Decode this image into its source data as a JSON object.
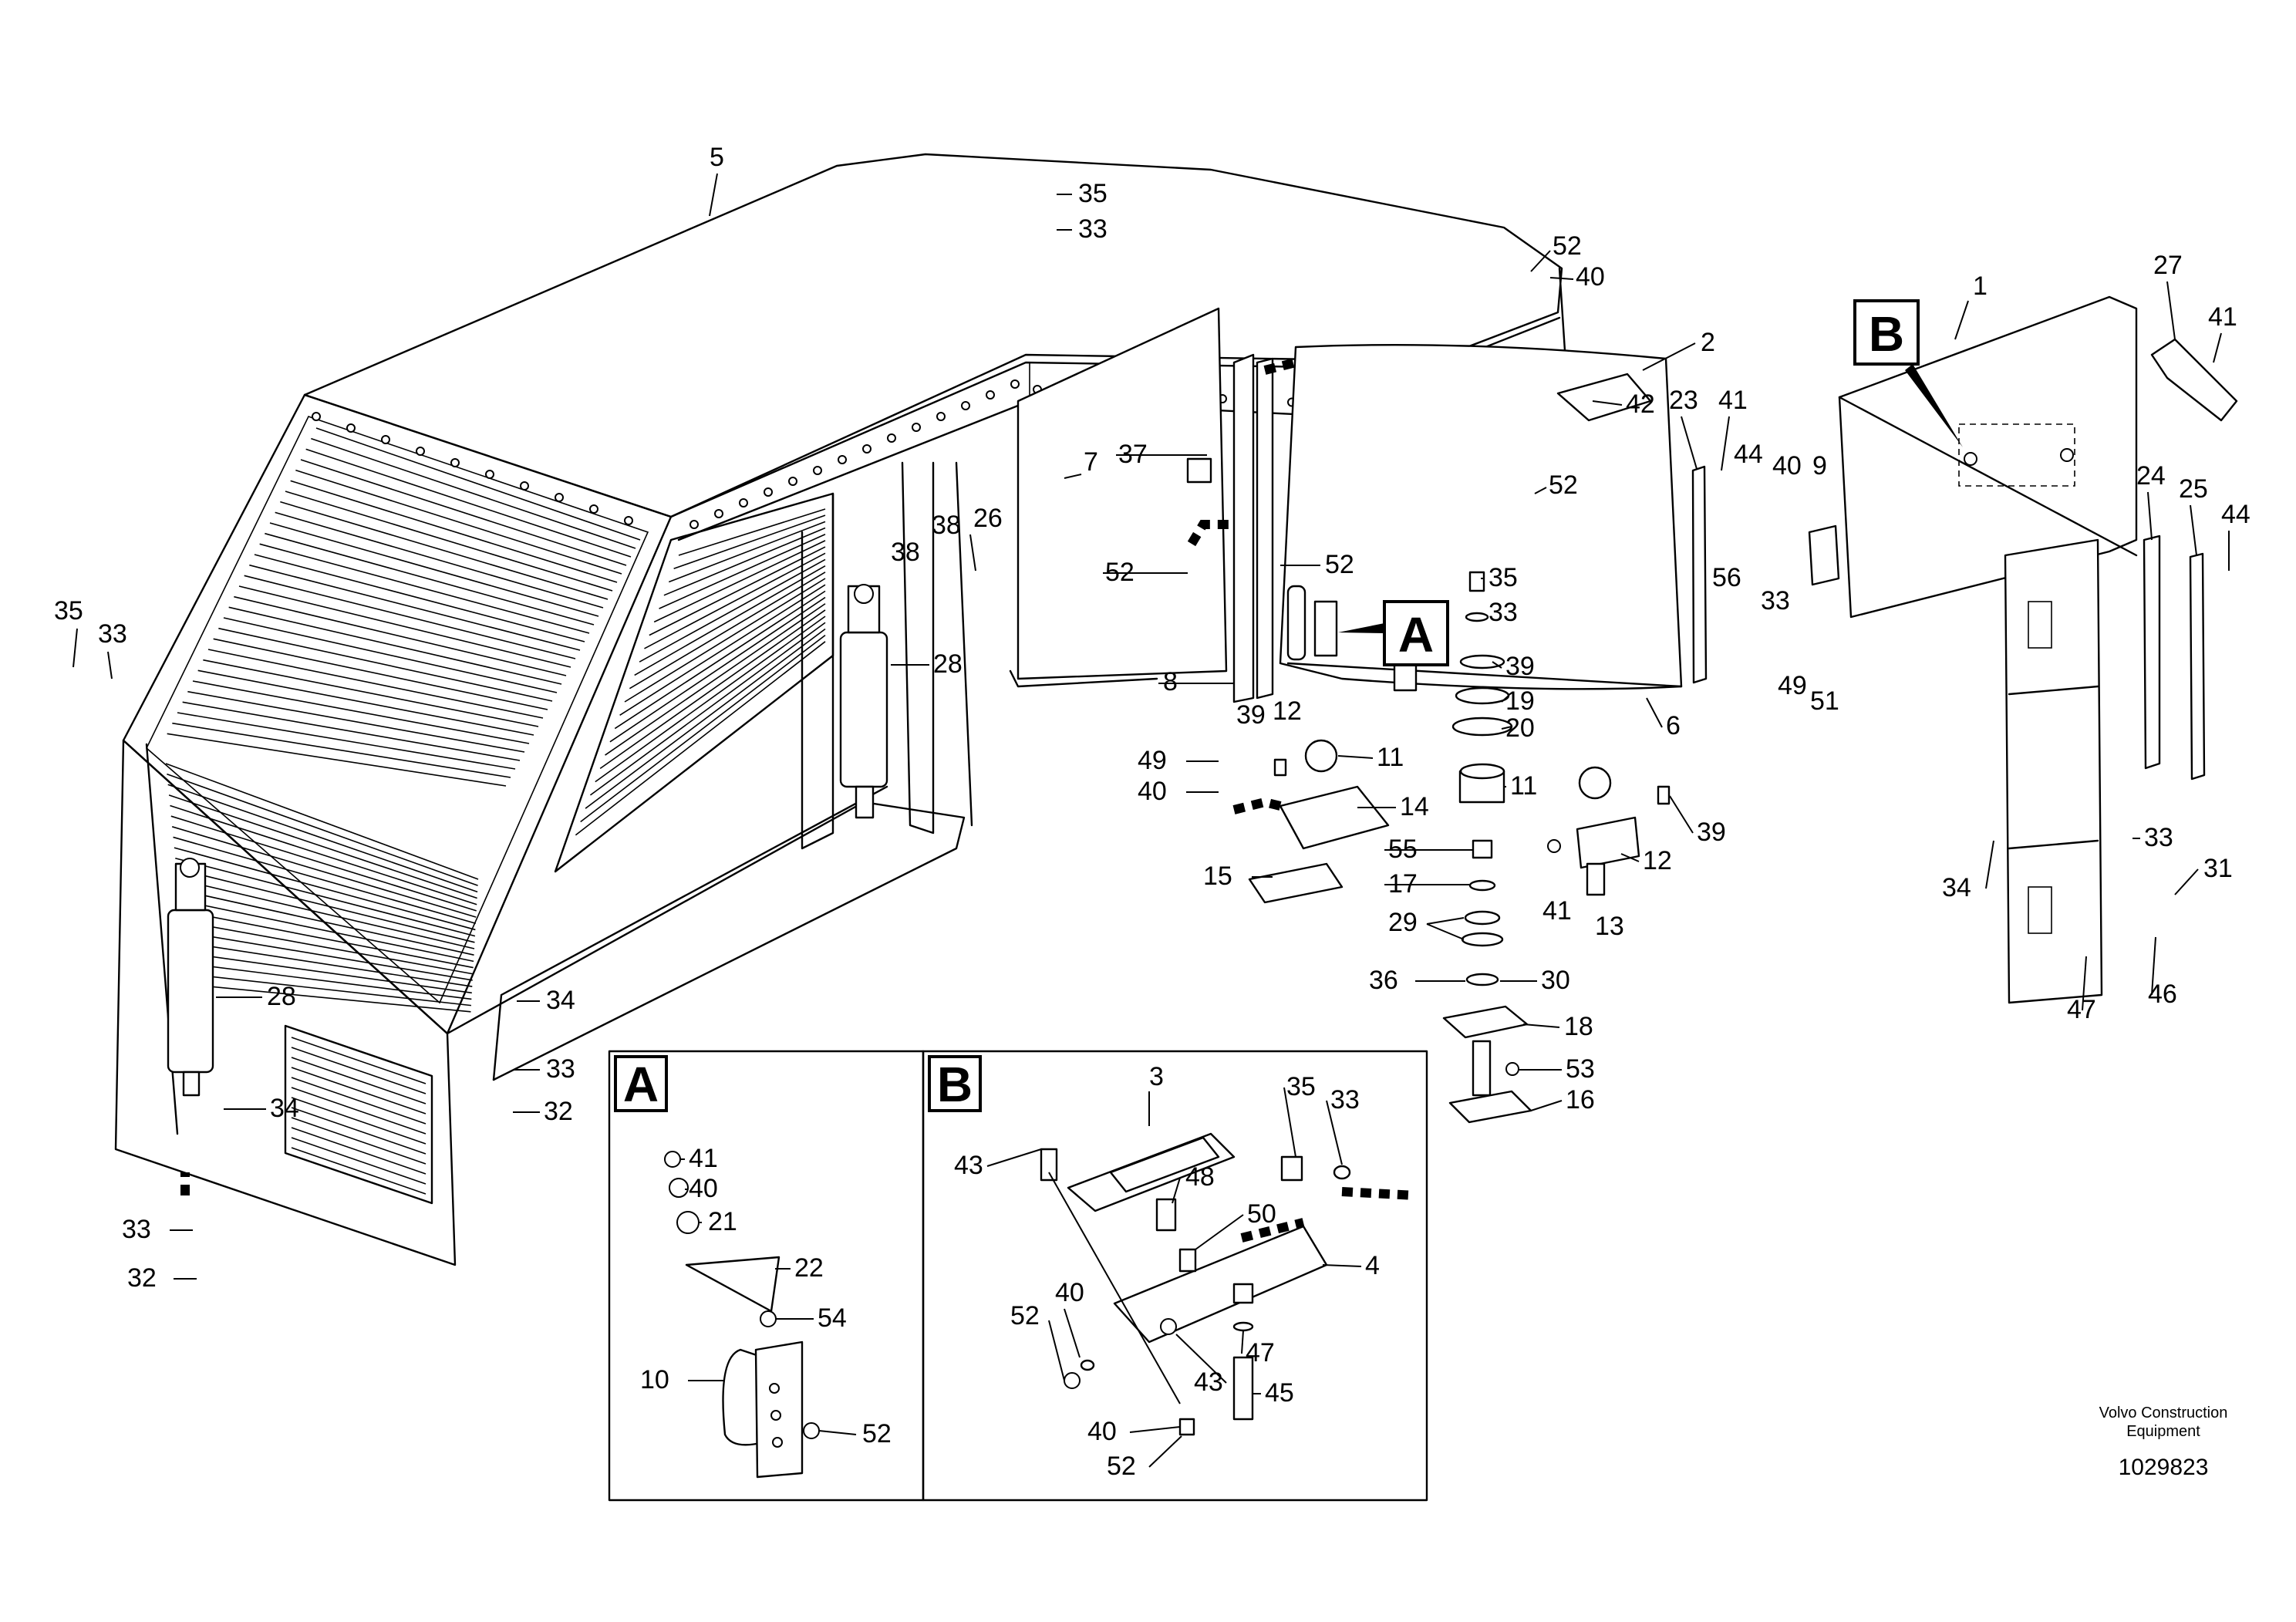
{
  "callouts": {
    "c1": "1",
    "c2": "2",
    "c3": "3",
    "c4": "4",
    "c5": "5",
    "c6": "6",
    "c7": "7",
    "c8": "8",
    "c9": "9",
    "c10": "10",
    "c11a": "11",
    "c11b": "11",
    "c12a": "12",
    "c12b": "12",
    "c13": "13",
    "c14": "14",
    "c15": "15",
    "c16": "16",
    "c17": "17",
    "c18": "18",
    "c19": "19",
    "c20": "20",
    "c21": "21",
    "c22": "22",
    "c23": "23",
    "c24": "24",
    "c25": "25",
    "c26": "26",
    "c27": "27",
    "c28a": "28",
    "c28b": "28",
    "c29": "29",
    "c30": "30",
    "c31": "31",
    "c32a": "32",
    "c32b": "32",
    "c33a": "33",
    "c33b": "33",
    "c33c": "33",
    "c33d": "33",
    "c33e": "33",
    "c33f": "33",
    "c33g": "33",
    "c33h": "33",
    "c34a": "34",
    "c34b": "34",
    "c34c": "34",
    "c35a": "35",
    "c35b": "35",
    "c35c": "35",
    "c35d": "35",
    "c36": "36",
    "c37": "37",
    "c38a": "38",
    "c38b": "38",
    "c39a": "39",
    "c39b": "39",
    "c39c": "39",
    "c40a": "40",
    "c40b": "40",
    "c40c": "40",
    "c40d": "40",
    "c40e": "40",
    "c40f": "40",
    "c41a": "41",
    "c41b": "41",
    "c41c": "41",
    "c41d": "41",
    "c42": "42",
    "c43a": "43",
    "c43b": "43",
    "c44a": "44",
    "c44b": "44",
    "c45": "45",
    "c46": "46",
    "c47a": "47",
    "c47b": "47",
    "c48": "48",
    "c49a": "49",
    "c49b": "49",
    "c50": "50",
    "c51": "51",
    "c52a": "52",
    "c52b": "52",
    "c52c": "52",
    "c52d": "52",
    "c52e": "52",
    "c52f": "52",
    "c52g": "52",
    "c53": "53",
    "c54": "54",
    "c55": "55",
    "c56": "56"
  },
  "detail_tags": {
    "a_main": "A",
    "b_main": "B",
    "a_inset": "A",
    "b_inset": "B"
  },
  "footer": {
    "credit_line1": "Volvo Construction",
    "credit_line2": "Equipment",
    "doc_number": "1029823"
  }
}
